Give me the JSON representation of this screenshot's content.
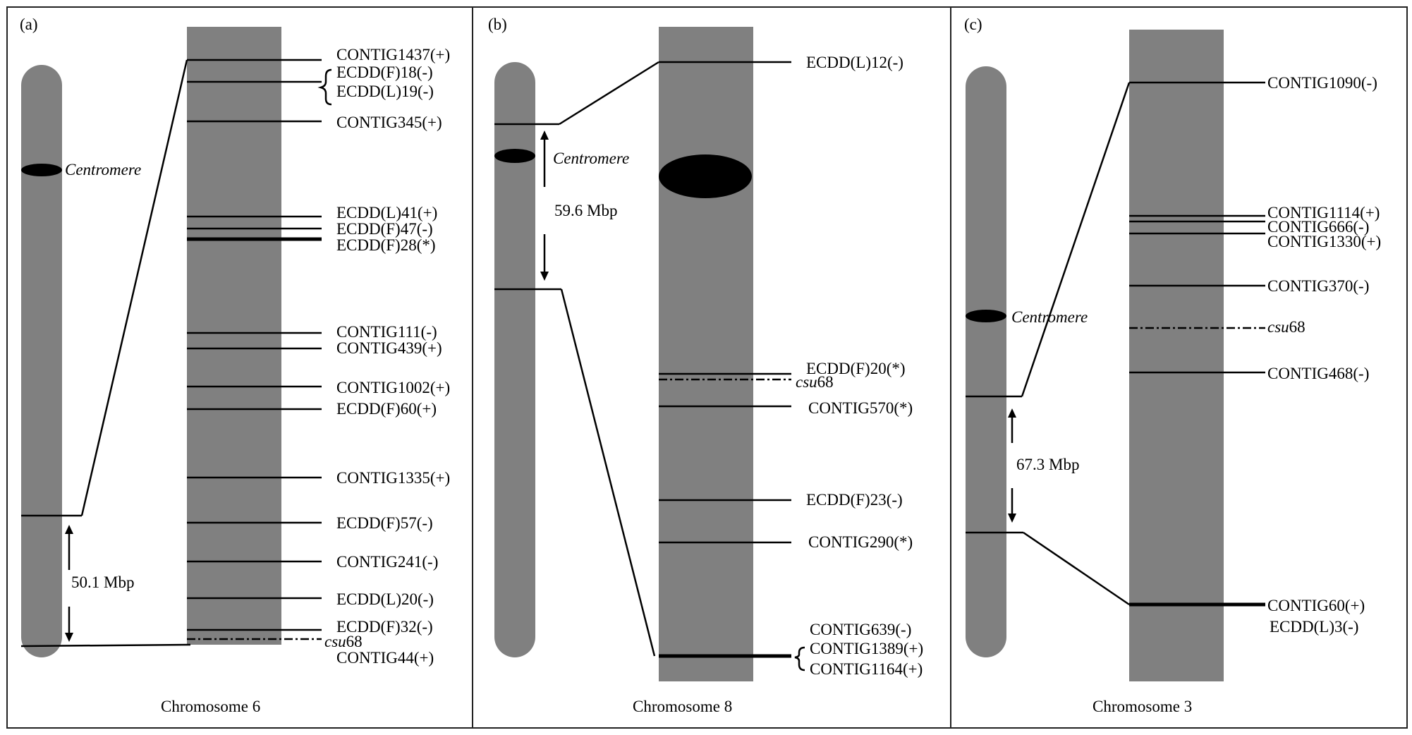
{
  "panels": [
    {
      "letter": "(a)",
      "chromosome": "Chromosome 6",
      "centromere": "Centromere",
      "distance": "50.1 Mbp",
      "markers": [
        "CONTIG1437(+)",
        "ECDD(F)18(-)",
        "ECDD(L)19(-)",
        "CONTIG345(+)",
        "ECDD(L)41(+)",
        "ECDD(F)47(-)",
        "ECDD(F)28(*)",
        "CONTIG111(-)",
        "CONTIG439(+)",
        "CONTIG1002(+)",
        "ECDD(F)60(+)",
        "CONTIG1335(+)",
        "ECDD(F)57(-)",
        "CONTIG241(-)",
        "ECDD(L)20(-)",
        "ECDD(F)32(-)",
        "CONTIG44(+)"
      ],
      "csu": {
        "prefix": "csu",
        "suffix": "68"
      }
    },
    {
      "letter": "(b)",
      "chromosome": "Chromosome 8",
      "centromere": "Centromere",
      "distance": "59.6 Mbp",
      "markers": [
        "ECDD(L)12(-)",
        "ECDD(F)20(*)",
        "CONTIG570(*)",
        "ECDD(F)23(-)",
        "CONTIG290(*)",
        "CONTIG639(-)",
        "CONTIG1389(+)",
        "CONTIG1164(+)"
      ],
      "csu": {
        "prefix": "csu",
        "suffix": "68"
      }
    },
    {
      "letter": "(c)",
      "chromosome": "Chromosome 3",
      "centromere": "Centromere",
      "distance": "67.3 Mbp",
      "markers": [
        "CONTIG1090(-)",
        "CONTIG1114(+)",
        "CONTIG666(-)",
        "CONTIG1330(+)",
        "CONTIG370(-)",
        "CONTIG468(-)",
        "CONTIG60(+)",
        "ECDD(L)3(-)"
      ],
      "csu": {
        "prefix": "csu",
        "suffix": "68"
      }
    }
  ],
  "colors": {
    "chromosome": "#808080",
    "line": "#000000",
    "border": "#222222"
  }
}
